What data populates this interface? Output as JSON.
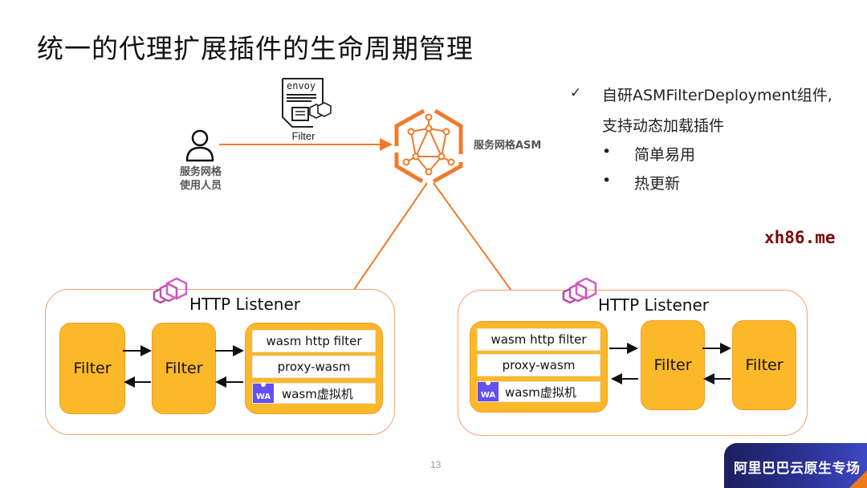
{
  "slide": {
    "title": "统一的代理扩展插件的生命周期管理",
    "page_number": "13"
  },
  "diagram": {
    "user": {
      "icon": "user-icon",
      "label_line1": "服务网格",
      "label_line2": "使用人员"
    },
    "envoy_filter": {
      "icon": "envoy-document-icon",
      "doc_label": "envoy",
      "label": "Filter"
    },
    "asm": {
      "icon": "asm-hexagon-network-icon",
      "label": "服务网格ASM"
    },
    "listeners": [
      {
        "title": "HTTP Listener",
        "icon": "envoy-hexagon-icon",
        "filters": [
          "Filter",
          "Filter"
        ],
        "wasm_rows": [
          "wasm http filter",
          "proxy-wasm",
          "wasm虚拟机"
        ],
        "wasm_badge": "WA"
      },
      {
        "title": "HTTP Listener",
        "icon": "envoy-hexagon-icon",
        "filters": [
          "Filter",
          "Filter"
        ],
        "wasm_rows": [
          "wasm http filter",
          "proxy-wasm",
          "wasm虚拟机"
        ],
        "wasm_badge": "WA"
      }
    ]
  },
  "notes": {
    "check_mark": "✓",
    "main_line1": "自研ASMFilterDeployment组件,",
    "main_line2": "支持动态加载插件",
    "bullet_char": "•",
    "sub_items": [
      "简单易用",
      "热更新"
    ]
  },
  "watermark": "xh86.me",
  "banner": {
    "text": "阿里巴巴云原生专场"
  },
  "colors": {
    "orange_line": "#f07a2a",
    "filter_fill": "#fbb829",
    "listener_border": "#f5a36e",
    "wasm_badge": "#654ff0",
    "envoy_icon": "#c94fb0",
    "banner_dark": "#1b1f5e",
    "banner_light": "#3d48c4"
  }
}
